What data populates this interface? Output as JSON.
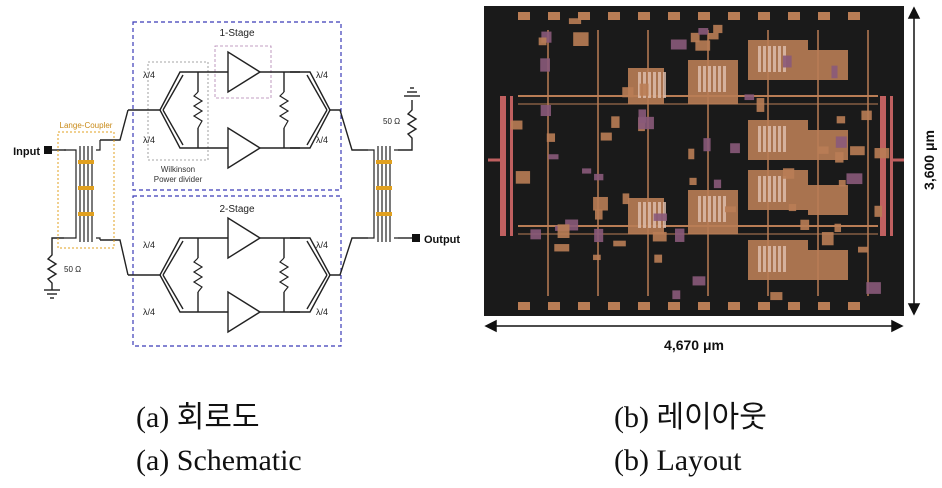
{
  "schematic": {
    "input_label": "Input",
    "output_label": "Output",
    "coupler_label": "Lange-Coupler",
    "resistor_left": "50 Ω",
    "resistor_right": "50 Ω",
    "stage1_label": "1-Stage",
    "stage2_label": "2-Stage",
    "quarter_wave": "λ/4",
    "wilkinson_line1": "Wilkinson",
    "wilkinson_line2": "Power divider"
  },
  "layout": {
    "width_label": "4,670 μm",
    "height_label": "3,600 μm"
  },
  "captions": {
    "a_korean": "(a)  회로도",
    "b_korean": "(b)  레이아웃",
    "a_english": "(a)  Schematic",
    "b_english": "(b)  Layout"
  },
  "colors": {
    "stage_box": "#3b3bb8",
    "coupler_box": "#e0a020",
    "chip_bg": "#1a1a1a",
    "metal": "#b97d55",
    "pad": "#8a5a7a"
  }
}
